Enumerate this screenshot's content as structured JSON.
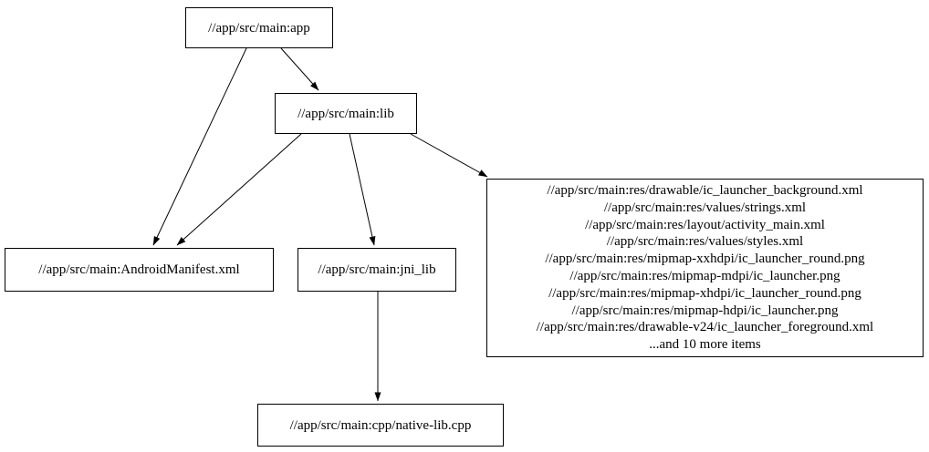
{
  "diagram": {
    "type": "dependency-graph",
    "colors": {
      "background": "#ffffff",
      "node_border": "#000000",
      "edge": "#000000",
      "text": "#000000"
    },
    "nodes": {
      "app": {
        "label": "//app/src/main:app"
      },
      "lib": {
        "label": "//app/src/main:lib"
      },
      "manifest": {
        "label": "//app/src/main:AndroidManifest.xml"
      },
      "jni_lib": {
        "label": "//app/src/main:jni_lib"
      },
      "native_lib": {
        "label": "//app/src/main:cpp/native-lib.cpp"
      },
      "resources": {
        "lines": [
          "//app/src/main:res/drawable/ic_launcher_background.xml",
          "//app/src/main:res/values/strings.xml",
          "//app/src/main:res/layout/activity_main.xml",
          "//app/src/main:res/values/styles.xml",
          "//app/src/main:res/mipmap-xxhdpi/ic_launcher_round.png",
          "//app/src/main:res/mipmap-mdpi/ic_launcher.png",
          "//app/src/main:res/mipmap-xhdpi/ic_launcher_round.png",
          "//app/src/main:res/mipmap-hdpi/ic_launcher.png",
          "//app/src/main:res/drawable-v24/ic_launcher_foreground.xml",
          "...and 10 more items"
        ]
      }
    },
    "edges": [
      {
        "from": "app",
        "to": "lib"
      },
      {
        "from": "app",
        "to": "manifest"
      },
      {
        "from": "lib",
        "to": "manifest"
      },
      {
        "from": "lib",
        "to": "jni_lib"
      },
      {
        "from": "lib",
        "to": "resources"
      },
      {
        "from": "jni_lib",
        "to": "native_lib"
      }
    ]
  }
}
